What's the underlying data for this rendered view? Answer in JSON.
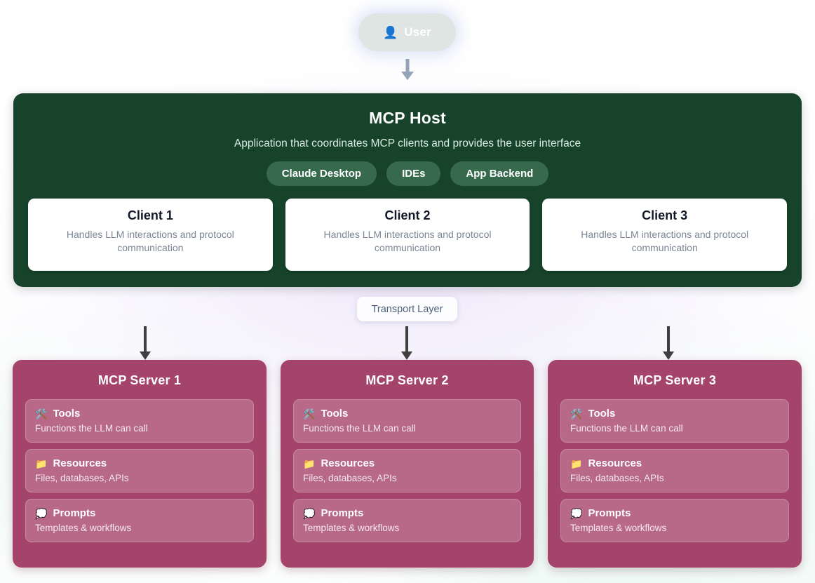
{
  "user": {
    "label": "User",
    "icon": "person-icon",
    "icon_glyph": "👤",
    "bg_color": "#dfe5e2",
    "text_color": "#ffffff"
  },
  "arrows": {
    "user_to_host_color": "#94a3b8",
    "host_to_server_color": "#3f3f3f"
  },
  "host": {
    "title": "MCP Host",
    "subtitle": "Application that coordinates MCP clients and provides the user interface",
    "bg_color": "#17432a",
    "pills": [
      {
        "label": "Claude Desktop"
      },
      {
        "label": "IDEs"
      },
      {
        "label": "App Backend"
      }
    ],
    "clients": [
      {
        "title": "Client 1",
        "desc": "Handles LLM interactions and protocol communication"
      },
      {
        "title": "Client 2",
        "desc": "Handles LLM interactions and protocol communication"
      },
      {
        "title": "Client 3",
        "desc": "Handles LLM interactions and protocol communication"
      }
    ]
  },
  "transport": {
    "label": "Transport Layer",
    "text_color": "#4a5f7a"
  },
  "servers": [
    {
      "title": "MCP Server 1",
      "bg_color": "#a5446a",
      "capabilities": [
        {
          "icon": "tools-icon",
          "icon_glyph": "🛠️",
          "title": "Tools",
          "desc": "Functions the LLM can call"
        },
        {
          "icon": "folder-icon",
          "icon_glyph": "📁",
          "title": "Resources",
          "desc": "Files, databases, APIs"
        },
        {
          "icon": "speech-balloon-icon",
          "icon_glyph": "💭",
          "title": "Prompts",
          "desc": "Templates & workflows"
        }
      ]
    },
    {
      "title": "MCP Server 2",
      "bg_color": "#a5446a",
      "capabilities": [
        {
          "icon": "tools-icon",
          "icon_glyph": "🛠️",
          "title": "Tools",
          "desc": "Functions the LLM can call"
        },
        {
          "icon": "folder-icon",
          "icon_glyph": "📁",
          "title": "Resources",
          "desc": "Files, databases, APIs"
        },
        {
          "icon": "speech-balloon-icon",
          "icon_glyph": "💭",
          "title": "Prompts",
          "desc": "Templates & workflows"
        }
      ]
    },
    {
      "title": "MCP Server 3",
      "bg_color": "#a5446a",
      "capabilities": [
        {
          "icon": "tools-icon",
          "icon_glyph": "🛠️",
          "title": "Tools",
          "desc": "Functions the LLM can call"
        },
        {
          "icon": "folder-icon",
          "icon_glyph": "📁",
          "title": "Resources",
          "desc": "Files, databases, APIs"
        },
        {
          "icon": "speech-balloon-icon",
          "icon_glyph": "💭",
          "title": "Prompts",
          "desc": "Templates & workflows"
        }
      ]
    }
  ]
}
